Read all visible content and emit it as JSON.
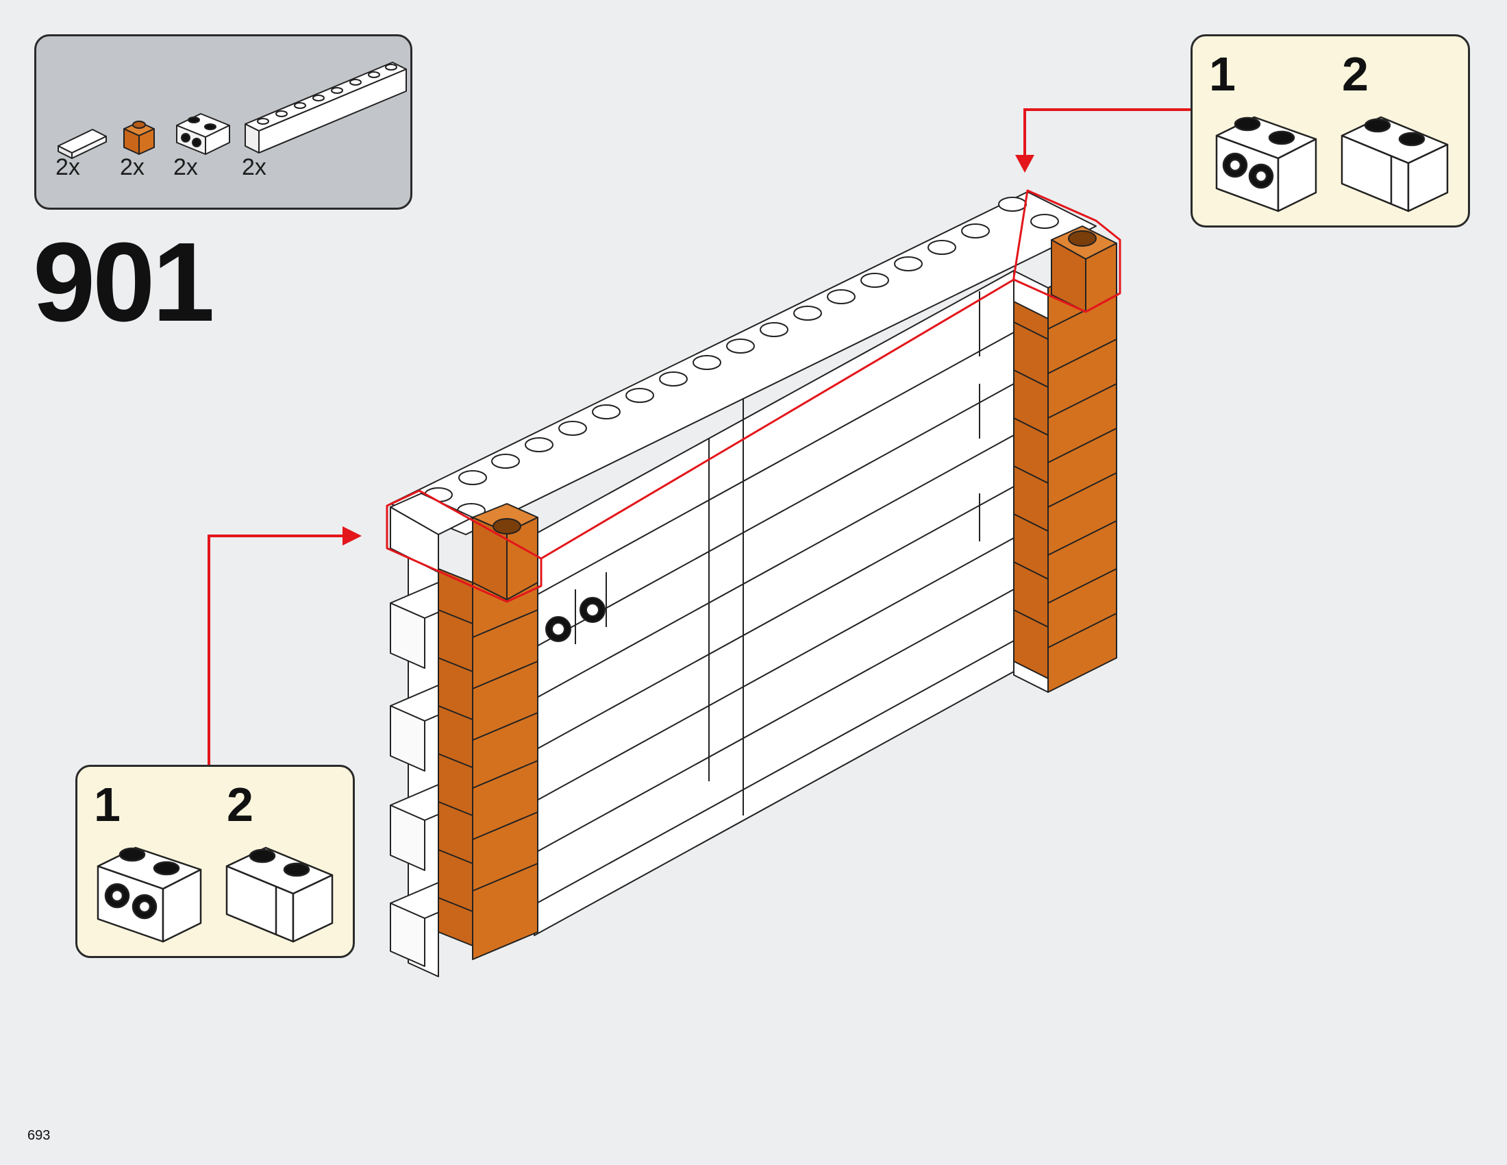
{
  "step": {
    "number": "901"
  },
  "page": {
    "number": "693"
  },
  "parts_list": {
    "items": [
      {
        "part": "white-tile-1x2",
        "quantity": "2x"
      },
      {
        "part": "orange-brick-1x1",
        "quantity": "2x"
      },
      {
        "part": "white-brick-1x2-studs-on-side",
        "quantity": "2x"
      },
      {
        "part": "white-plate-1x8",
        "quantity": "2x"
      }
    ]
  },
  "sub_steps_top": {
    "step1": "1",
    "step2": "2"
  },
  "sub_steps_bottom": {
    "step1": "1",
    "step2": "2"
  },
  "colors": {
    "background": "#eceef0",
    "parts_box": "#c2c5c9",
    "sub_box": "#fbf5dd",
    "orange_brick": "#d4711f",
    "callout_arrow": "#e3161b"
  }
}
